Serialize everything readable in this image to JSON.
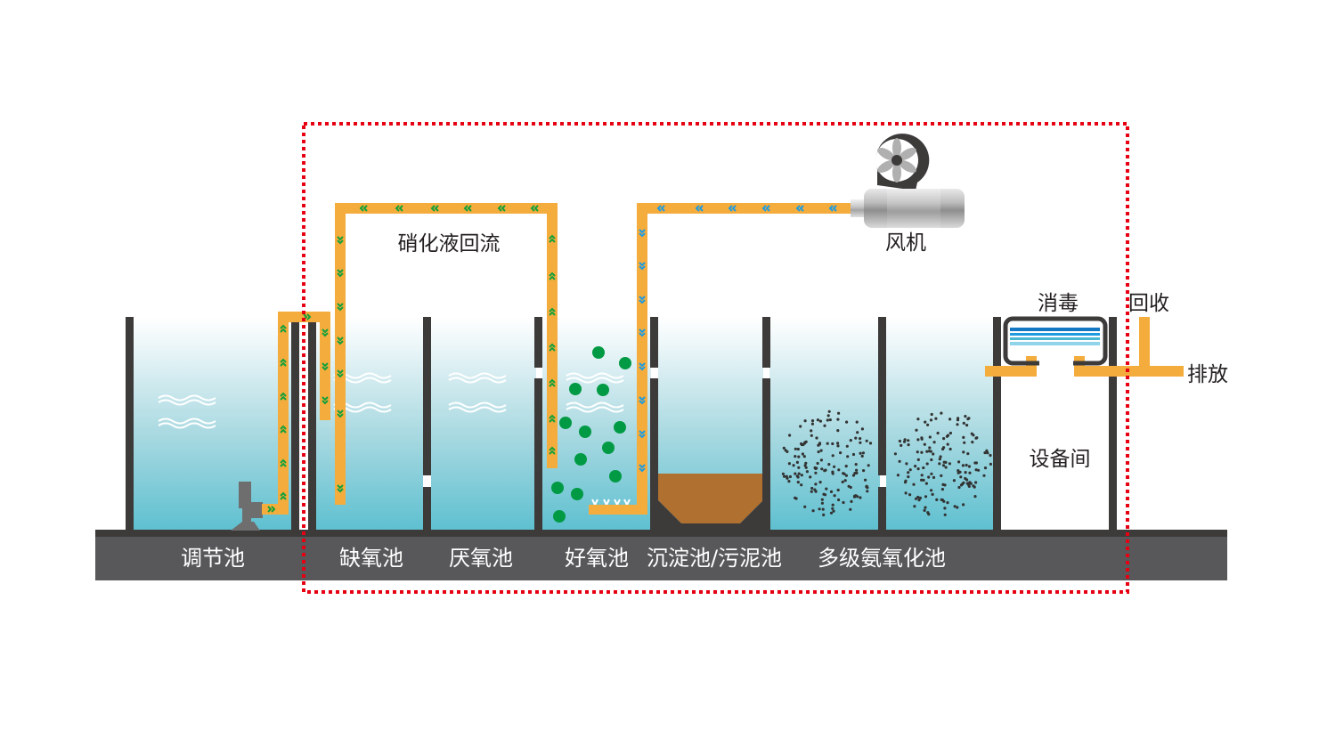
{
  "title": "污水处理工艺流程示意图",
  "colors": {
    "pipe": "#f4ac3d",
    "wall": "#3d3a3a",
    "base": "#58575a",
    "water_top": "#ffffff",
    "water_bottom": "#5ec0d0",
    "boundary": "#e60012",
    "arrow_green": "#13a03a",
    "arrow_blue": "#1e9be0",
    "bubble": "#009a44",
    "sludge": "#b07030",
    "particle": "#333333"
  },
  "tanks": [
    {
      "id": "regulating",
      "label": "调节池"
    },
    {
      "id": "anoxic",
      "label": "缺氧池"
    },
    {
      "id": "anaerobic",
      "label": "厌氧池"
    },
    {
      "id": "aerobic",
      "label": "好氧池"
    },
    {
      "id": "sedimentation",
      "label": "沉淀池/污泥池"
    },
    {
      "id": "ammonia_oxidation",
      "label": "多级氨氧化池"
    }
  ],
  "equipment_room": {
    "label": "设备间"
  },
  "disinfection": {
    "label": "消毒"
  },
  "outlets": {
    "recycle_label": "回收",
    "discharge_label": "排放"
  },
  "blower": {
    "label": "风机"
  },
  "nitrate_return": {
    "label": "硝化液回流"
  }
}
